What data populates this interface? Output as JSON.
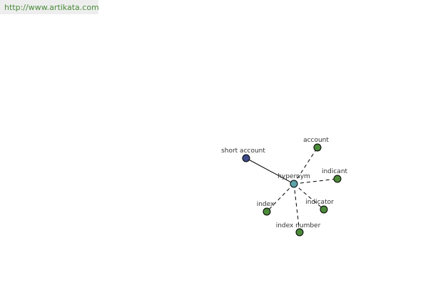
{
  "banner": {
    "url_text": "http://www.artikata.com"
  },
  "colors": {
    "center_node": "#5fa3a8",
    "synonym_node": "#3d4b8a",
    "related_node": "#4c8a3a",
    "banner_bg": "#eeeeee",
    "banner_text": "#4a8a3a"
  },
  "graph": {
    "center": {
      "label": "hypernym",
      "kind": "center"
    },
    "nodes": [
      {
        "label": "short account",
        "kind": "synonym",
        "edge": "solid"
      },
      {
        "label": "account",
        "kind": "related",
        "edge": "dashed"
      },
      {
        "label": "indicant",
        "kind": "related",
        "edge": "dashed"
      },
      {
        "label": "indicator",
        "kind": "related",
        "edge": "dashed"
      },
      {
        "label": "index number",
        "kind": "related",
        "edge": "dashed"
      },
      {
        "label": "index",
        "kind": "related",
        "edge": "dashed"
      }
    ]
  }
}
